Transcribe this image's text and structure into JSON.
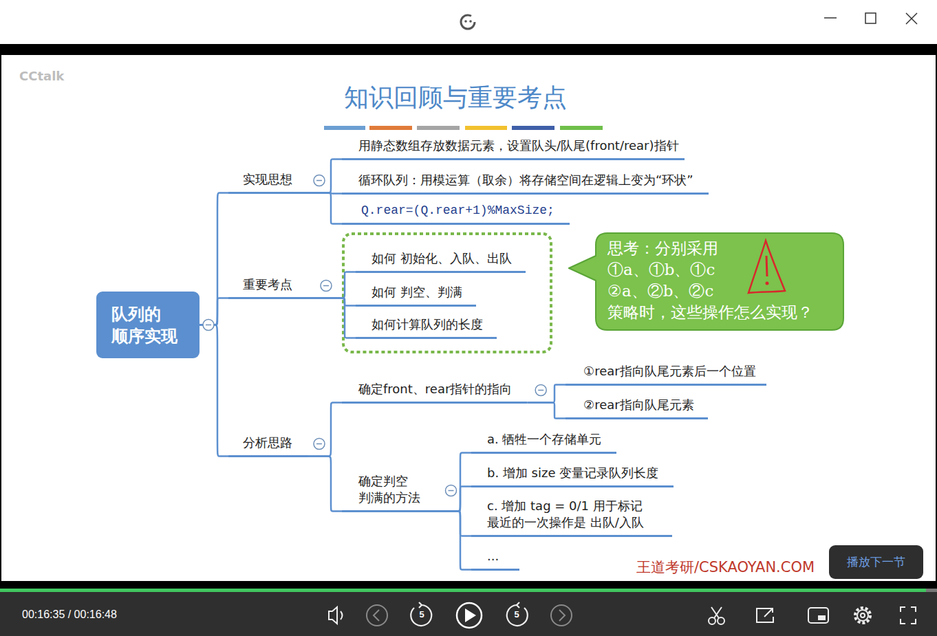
{
  "diagram": {
    "title": "知识回顾与重要考点",
    "nodes": [
      {
        "text": [
          "队列的 顺序实现"
        ]
      },
      {
        "text": [
          "实现思想"
        ]
      },
      {
        "text": [
          "用静态数组存放数据元素，设置队头/队尾(front/rear)指针"
        ]
      },
      {
        "text": [
          "循环队列：用模运算（取余）将存储空间在逻辑上变为“环状”"
        ]
      },
      {
        "text": [
          "Q.rear=(Q.rear+1)%MaxSize;"
        ]
      },
      {
        "text": [
          "重要考点"
        ]
      },
      {
        "text": [
          "如何 初始化、入队、出队"
        ]
      },
      {
        "text": [
          "如何 判空、判满"
        ]
      },
      {
        "text": [
          "如何计算队列的长度"
        ]
      },
      {
        "text": [
          "分析思路"
        ]
      },
      {
        "text": [
          "确定front、rear指针的指向"
        ]
      },
      {
        "text": [
          "①rear指向队尾元素后一个位置"
        ]
      },
      {
        "text": [
          "②rear指向队尾元素"
        ]
      },
      {
        "text": [
          "确定判空 判满的方法"
        ]
      },
      {
        "text": [
          "a. 牺牲一个存储单元"
        ]
      },
      {
        "text": [
          "b. 增加 size 变量记录队列长度"
        ]
      },
      {
        "text": [
          "c. 增加 tag = 0/1 用于标记 最近的一次操作是 出队/入队"
        ]
      },
      {
        "text": [
          "..."
        ]
      },
      {
        "text": [
          "思考：分别采用 ①a、①b、①c ②a、②b、②c 策略时，这些操作怎么实现？"
        ]
      },
      {
        "text": [
          "播放下一节"
        ]
      }
    ],
    "edges": [
      {
        "from": 0,
        "to": 1,
        "arrow": "none"
      },
      {
        "from": 0,
        "to": 5,
        "arrow": "none"
      },
      {
        "from": 0,
        "to": 9,
        "arrow": "none"
      },
      {
        "from": 1,
        "to": 2,
        "arrow": "none"
      },
      {
        "from": 1,
        "to": 3,
        "arrow": "none"
      },
      {
        "from": 1,
        "to": 4,
        "arrow": "none"
      },
      {
        "from": 5,
        "to": 6,
        "arrow": "none"
      },
      {
        "from": 5,
        "to": 7,
        "arrow": "none"
      },
      {
        "from": 5,
        "to": 8,
        "arrow": "none"
      },
      {
        "from": 9,
        "to": 10,
        "arrow": "none"
      },
      {
        "from": 9,
        "to": 13,
        "arrow": "none"
      },
      {
        "from": 10,
        "to": 11,
        "arrow": "none"
      },
      {
        "from": 10,
        "to": 12,
        "arrow": "none"
      },
      {
        "from": 13,
        "to": 14,
        "arrow": "none"
      },
      {
        "from": 13,
        "to": 15,
        "arrow": "none"
      },
      {
        "from": 13,
        "to": 16,
        "arrow": "none"
      },
      {
        "from": 13,
        "to": 17,
        "arrow": "none"
      }
    ],
    "labels": [
      "CCtalk",
      "王道考研/CSKAOYAN.COM",
      "00:16:35 / 00:16:48",
      "5",
      "5"
    ]
  }
}
